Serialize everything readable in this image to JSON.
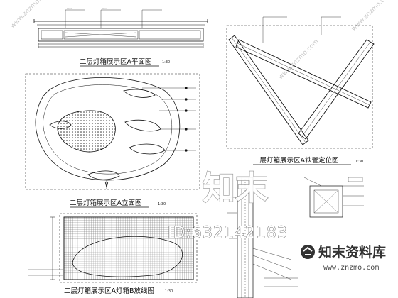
{
  "drawings": {
    "plan_a": {
      "title": "二层灯箱展示区A平面图",
      "scale": "1:30"
    },
    "steel_a": {
      "title": "二层灯箱展示区A铁管定位图",
      "scale": "1:30"
    },
    "elevation_a": {
      "title": "二层灯箱展示区A立面图",
      "scale": "1:30"
    },
    "lightbox_b": {
      "title": "二层灯箱展示区A灯箱B放线图",
      "scale": "1:30"
    }
  },
  "watermark": {
    "big_text": "知末",
    "id_text": "ID:632142183",
    "logo_text": "知末资料库",
    "url_text": "www.znzmo.com",
    "diagonal_text": "www.znzmo.com"
  },
  "colors": {
    "line": "#111111",
    "watermark": "#8a8a8a"
  }
}
